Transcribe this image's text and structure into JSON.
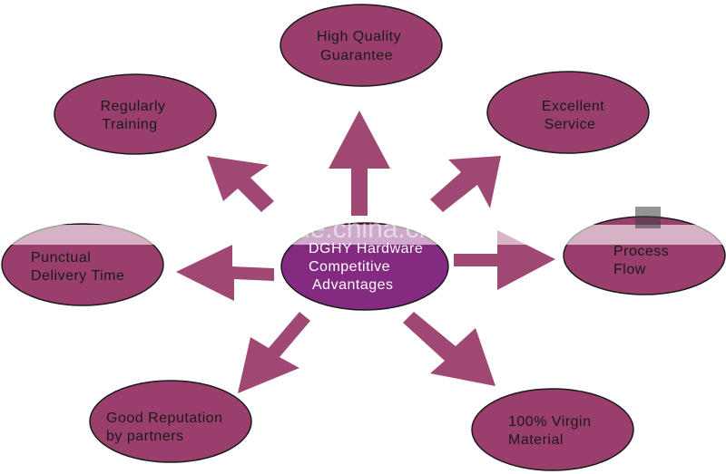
{
  "colors": {
    "node_fill": "#9a3f6d",
    "node_stroke": "#1a1a1a",
    "center_fill": "#842a80",
    "arrow_fill": "#a04874",
    "text": "#1a1a1a"
  },
  "center": {
    "lines": [
      "DGHY Hardware",
      "Competitive",
      "Advantages"
    ]
  },
  "nodes": [
    {
      "id": "high-quality",
      "lines": [
        "High Quality",
        "Guarantee"
      ]
    },
    {
      "id": "regularly-training",
      "lines": [
        "Regularly",
        "Training"
      ]
    },
    {
      "id": "excellent-service",
      "lines": [
        "Excellent",
        "Service"
      ]
    },
    {
      "id": "punctual-delivery",
      "lines": [
        "Punctual",
        "Delivery Time"
      ]
    },
    {
      "id": "process-flow",
      "lines": [
        "Process",
        "Flow"
      ]
    },
    {
      "id": "good-reputation",
      "lines": [
        "Good Reputation",
        "by partners"
      ]
    },
    {
      "id": "virgin-material",
      "lines": [
        "100% Virgin",
        "Material"
      ]
    }
  ],
  "watermark": "trade.china.cn"
}
